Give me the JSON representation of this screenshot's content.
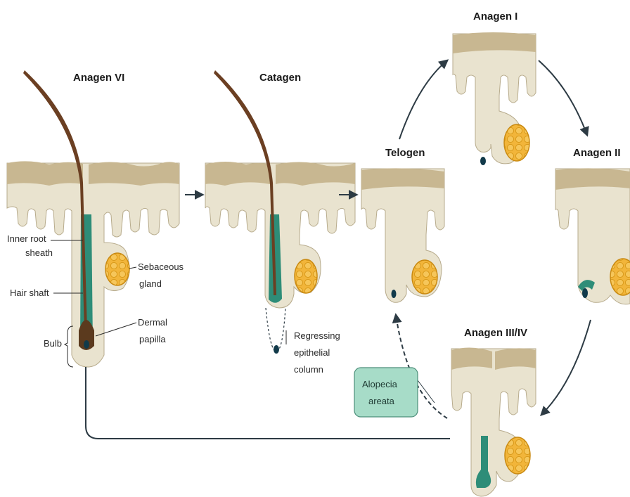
{
  "stages": {
    "anagen_vi": "Anagen VI",
    "catagen": "Catagen",
    "telogen": "Telogen",
    "anagen_i": "Anagen I",
    "anagen_ii": "Anagen II",
    "anagen_iii_iv": "Anagen III/IV"
  },
  "labels": {
    "inner_root_sheath_1": "Inner root",
    "inner_root_sheath_2": "sheath",
    "hair_shaft": "Hair shaft",
    "bulb": "Bulb",
    "sebaceous_gland_1": "Sebaceous",
    "sebaceous_gland_2": "gland",
    "dermal_papilla_1": "Dermal",
    "dermal_papilla_2": "papilla",
    "regressing_1": "Regressing",
    "regressing_2": "epithelial",
    "regressing_3": "column",
    "alopecia_1": "Alopecia",
    "alopecia_2": "areata"
  },
  "colors": {
    "skin_top": "#c8b791",
    "skin_body": "#e9e3cf",
    "skin_outline": "#b7ab8c",
    "gland_fill": "#f2b53a",
    "gland_outline": "#c98a12",
    "root_sheath": "#2e8d78",
    "hair_shaft": "#6b3f22",
    "papilla": "#123a4a",
    "arrow": "#2d3b44",
    "alopecia_box": "#a7dcc8",
    "alopecia_border": "#4d8f7a"
  }
}
